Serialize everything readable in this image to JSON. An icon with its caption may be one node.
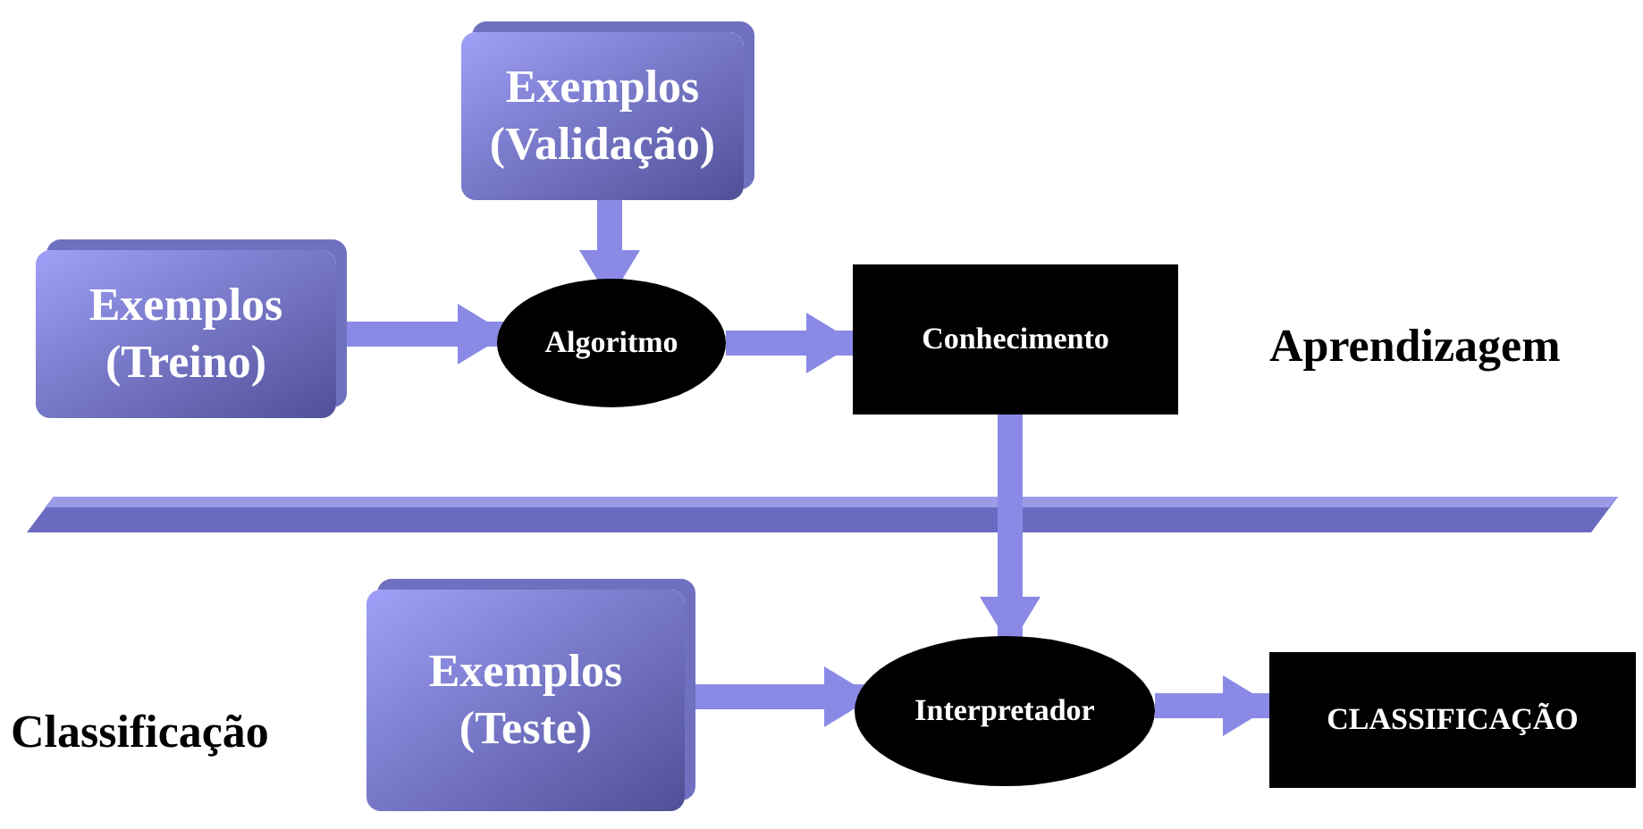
{
  "diagram": {
    "nodes": [
      {
        "text": [
          "Exemplos",
          "(Validação)"
        ]
      },
      {
        "text": [
          "Exemplos",
          "(Treino)"
        ]
      },
      {
        "text": [
          "Algoritmo"
        ]
      },
      {
        "text": [
          "Conhecimento"
        ]
      },
      {
        "text": [
          "Exemplos",
          "(Teste)"
        ]
      },
      {
        "text": [
          "Interpretador"
        ]
      },
      {
        "text": [
          "CLASSIFICAÇÃO"
        ]
      }
    ],
    "edges": [
      {
        "from": 0,
        "to": 2,
        "arrow": "to"
      },
      {
        "from": 1,
        "to": 2,
        "arrow": "to"
      },
      {
        "from": 2,
        "to": 3,
        "arrow": "to"
      },
      {
        "from": 3,
        "to": 5,
        "arrow": "to"
      },
      {
        "from": 4,
        "to": 5,
        "arrow": "to"
      },
      {
        "from": 5,
        "to": 6,
        "arrow": "to"
      }
    ],
    "labels": [
      "Aprendizagem",
      "Classificação"
    ]
  }
}
